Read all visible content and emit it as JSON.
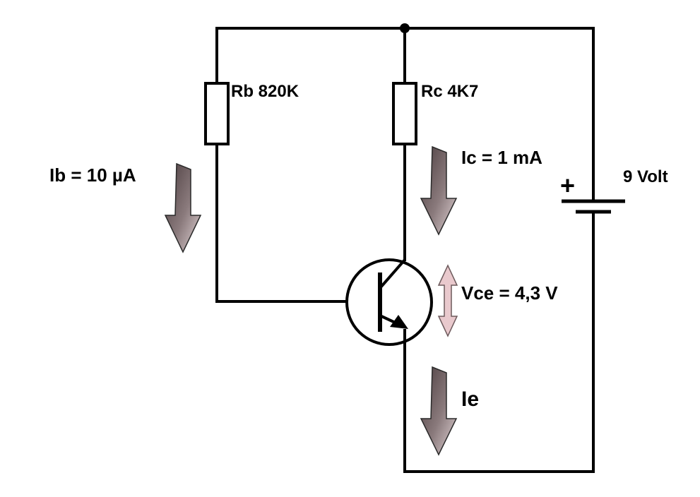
{
  "labels": {
    "rb": "Rb 820K",
    "rc": "Rc 4K7",
    "ib": "Ib = 10 µA",
    "ic": "Ic = 1 mA",
    "vce": "Vce = 4,3 V",
    "ie": "Ie",
    "battery_voltage": "9 Volt",
    "battery_plus": "+"
  },
  "colors": {
    "wire": "#000000",
    "arrow_dark_top": "#5a4c4e",
    "arrow_dark_bottom": "#d9c9cb",
    "arrow_light": "#e9c9cd"
  },
  "icons": {
    "transistor": "npn-transistor-icon",
    "battery": "battery-icon",
    "resistor": "resistor-icon"
  }
}
